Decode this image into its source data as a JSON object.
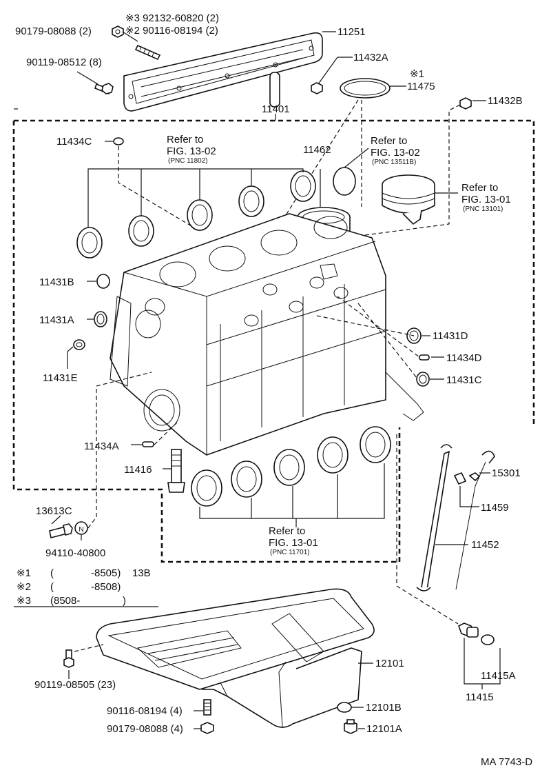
{
  "labels": {
    "p_90179_08088_top": "90179-08088 (2)",
    "p_92132": "※3 92132-60820 (2)",
    "p_90116_top": "※2 90116-08194 (2)",
    "p_11251": "11251",
    "p_90119_08512": "90119-08512 (8)",
    "p_11432A": "11432A",
    "p_star1": "※1",
    "p_11475": "11475",
    "p_11432B": "11432B",
    "p_11401": "11401",
    "p_11434C": "11434C",
    "p_11462": "11462",
    "p_11431B": "11431B",
    "p_11431A": "11431A",
    "p_11431E": "11431E",
    "p_11431D": "11431D",
    "p_11434D": "11434D",
    "p_11431C": "11431C",
    "p_11434A": "11434A",
    "p_11416": "11416",
    "p_15301": "15301",
    "p_11459": "11459",
    "p_11452": "11452",
    "p_13613C": "13613C",
    "p_94110": "94110-40800",
    "p_12101": "12101",
    "p_90119_08505": "90119-08505 (23)",
    "p_90116_bottom": "90116-08194 (4)",
    "p_90179_bottom": "90179-08088 (4)",
    "p_12101B": "12101B",
    "p_12101A": "12101A",
    "p_11415A": "11415A",
    "p_11415": "11415"
  },
  "refs": {
    "r1_a": "Refer to",
    "r1_b": "FIG. 13-02",
    "r1_c": "(PNC 11802)",
    "r2_a": "Refer to",
    "r2_b": "FIG. 13-02",
    "r2_c": "(PNC 13511B)",
    "r3_a": "Refer to",
    "r3_b": "FIG. 13-01",
    "r3_c": "(PNC 13101)",
    "r4_a": "Refer to",
    "r4_b": "FIG. 13-01",
    "r4_c": "(PNC 11701)"
  },
  "notes": [
    {
      "mark": "※1",
      "open": "(",
      "range": "-8505)",
      "extra": "13B"
    },
    {
      "mark": "※2",
      "open": "(",
      "range": "-8508)",
      "extra": ""
    },
    {
      "mark": "※3",
      "open": "(8508-",
      "range": ")",
      "extra": ""
    }
  ],
  "figure_id": "MA 7743-D",
  "n_mark": "N"
}
